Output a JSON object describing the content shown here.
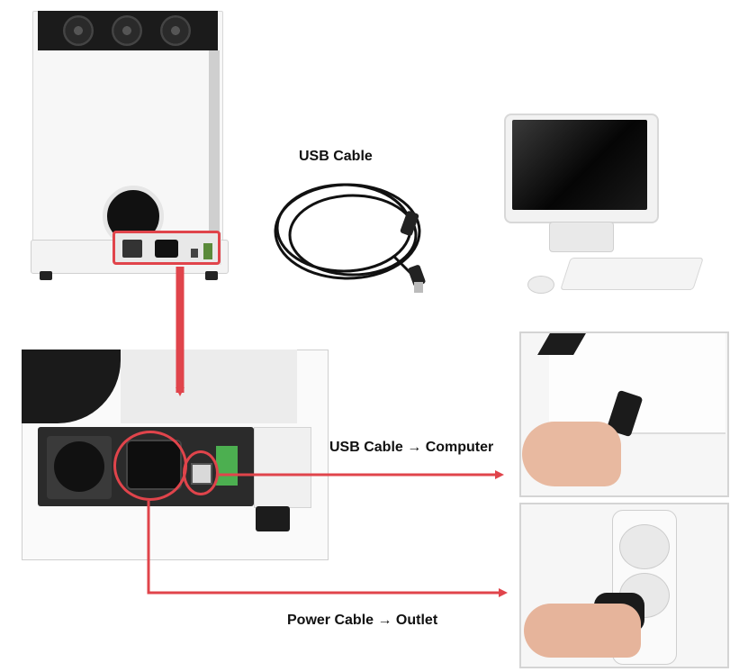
{
  "labels": {
    "usb_cable": "USB Cable",
    "usb_to_computer": "USB Cable → Computer",
    "power_to_outlet": "Power Cable → Outlet"
  },
  "colors": {
    "arrow_red": "#e0444b",
    "background": "#ffffff"
  },
  "icons": {
    "usb_cable_image": "usb-cable-icon",
    "computer_image": "desktop-computer-icon",
    "laptop_usb_photo": "laptop-usb-plug-icon",
    "power_strip_photo": "power-strip-plug-icon"
  }
}
